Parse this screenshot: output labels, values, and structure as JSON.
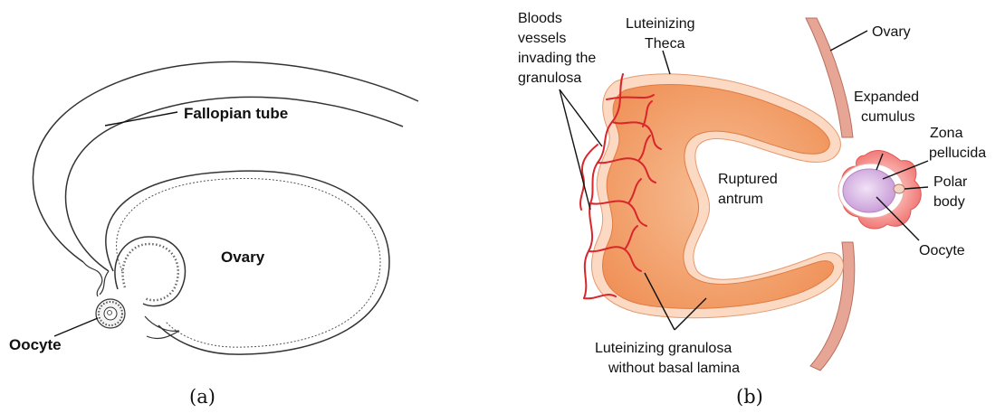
{
  "panel_a": {
    "caption": "(a)",
    "labels": {
      "fallopian_tube": "Fallopian tube",
      "ovary": "Ovary",
      "oocyte": "Oocyte"
    }
  },
  "panel_b": {
    "caption": "(b)",
    "labels": {
      "blood_vessels": [
        "Bloods",
        "vessels",
        "invading the",
        "granulosa"
      ],
      "luteinizing_theca": [
        "Luteinizing",
        "Theca"
      ],
      "ovary": "Ovary",
      "expanded_cumulus": [
        "Expanded",
        "cumulus"
      ],
      "zona_pellucida": [
        "Zona",
        "pellucida"
      ],
      "ruptured_antrum": [
        "Ruptured",
        "antrum"
      ],
      "polar_body": [
        "Polar",
        "body"
      ],
      "oocyte": "Oocyte",
      "luteinizing_granulosa": [
        "Luteinizing granulosa",
        "without basal lamina"
      ]
    }
  },
  "colors": {
    "granulosa_fill": "#f5a96e",
    "theca_fill": "#fbd9c2",
    "vessel_red": "#d8262b",
    "ovary_wall": "#e7a595",
    "cumulus_fill": "#f07d7a",
    "oocyte_fill": "#d9b6e6"
  }
}
